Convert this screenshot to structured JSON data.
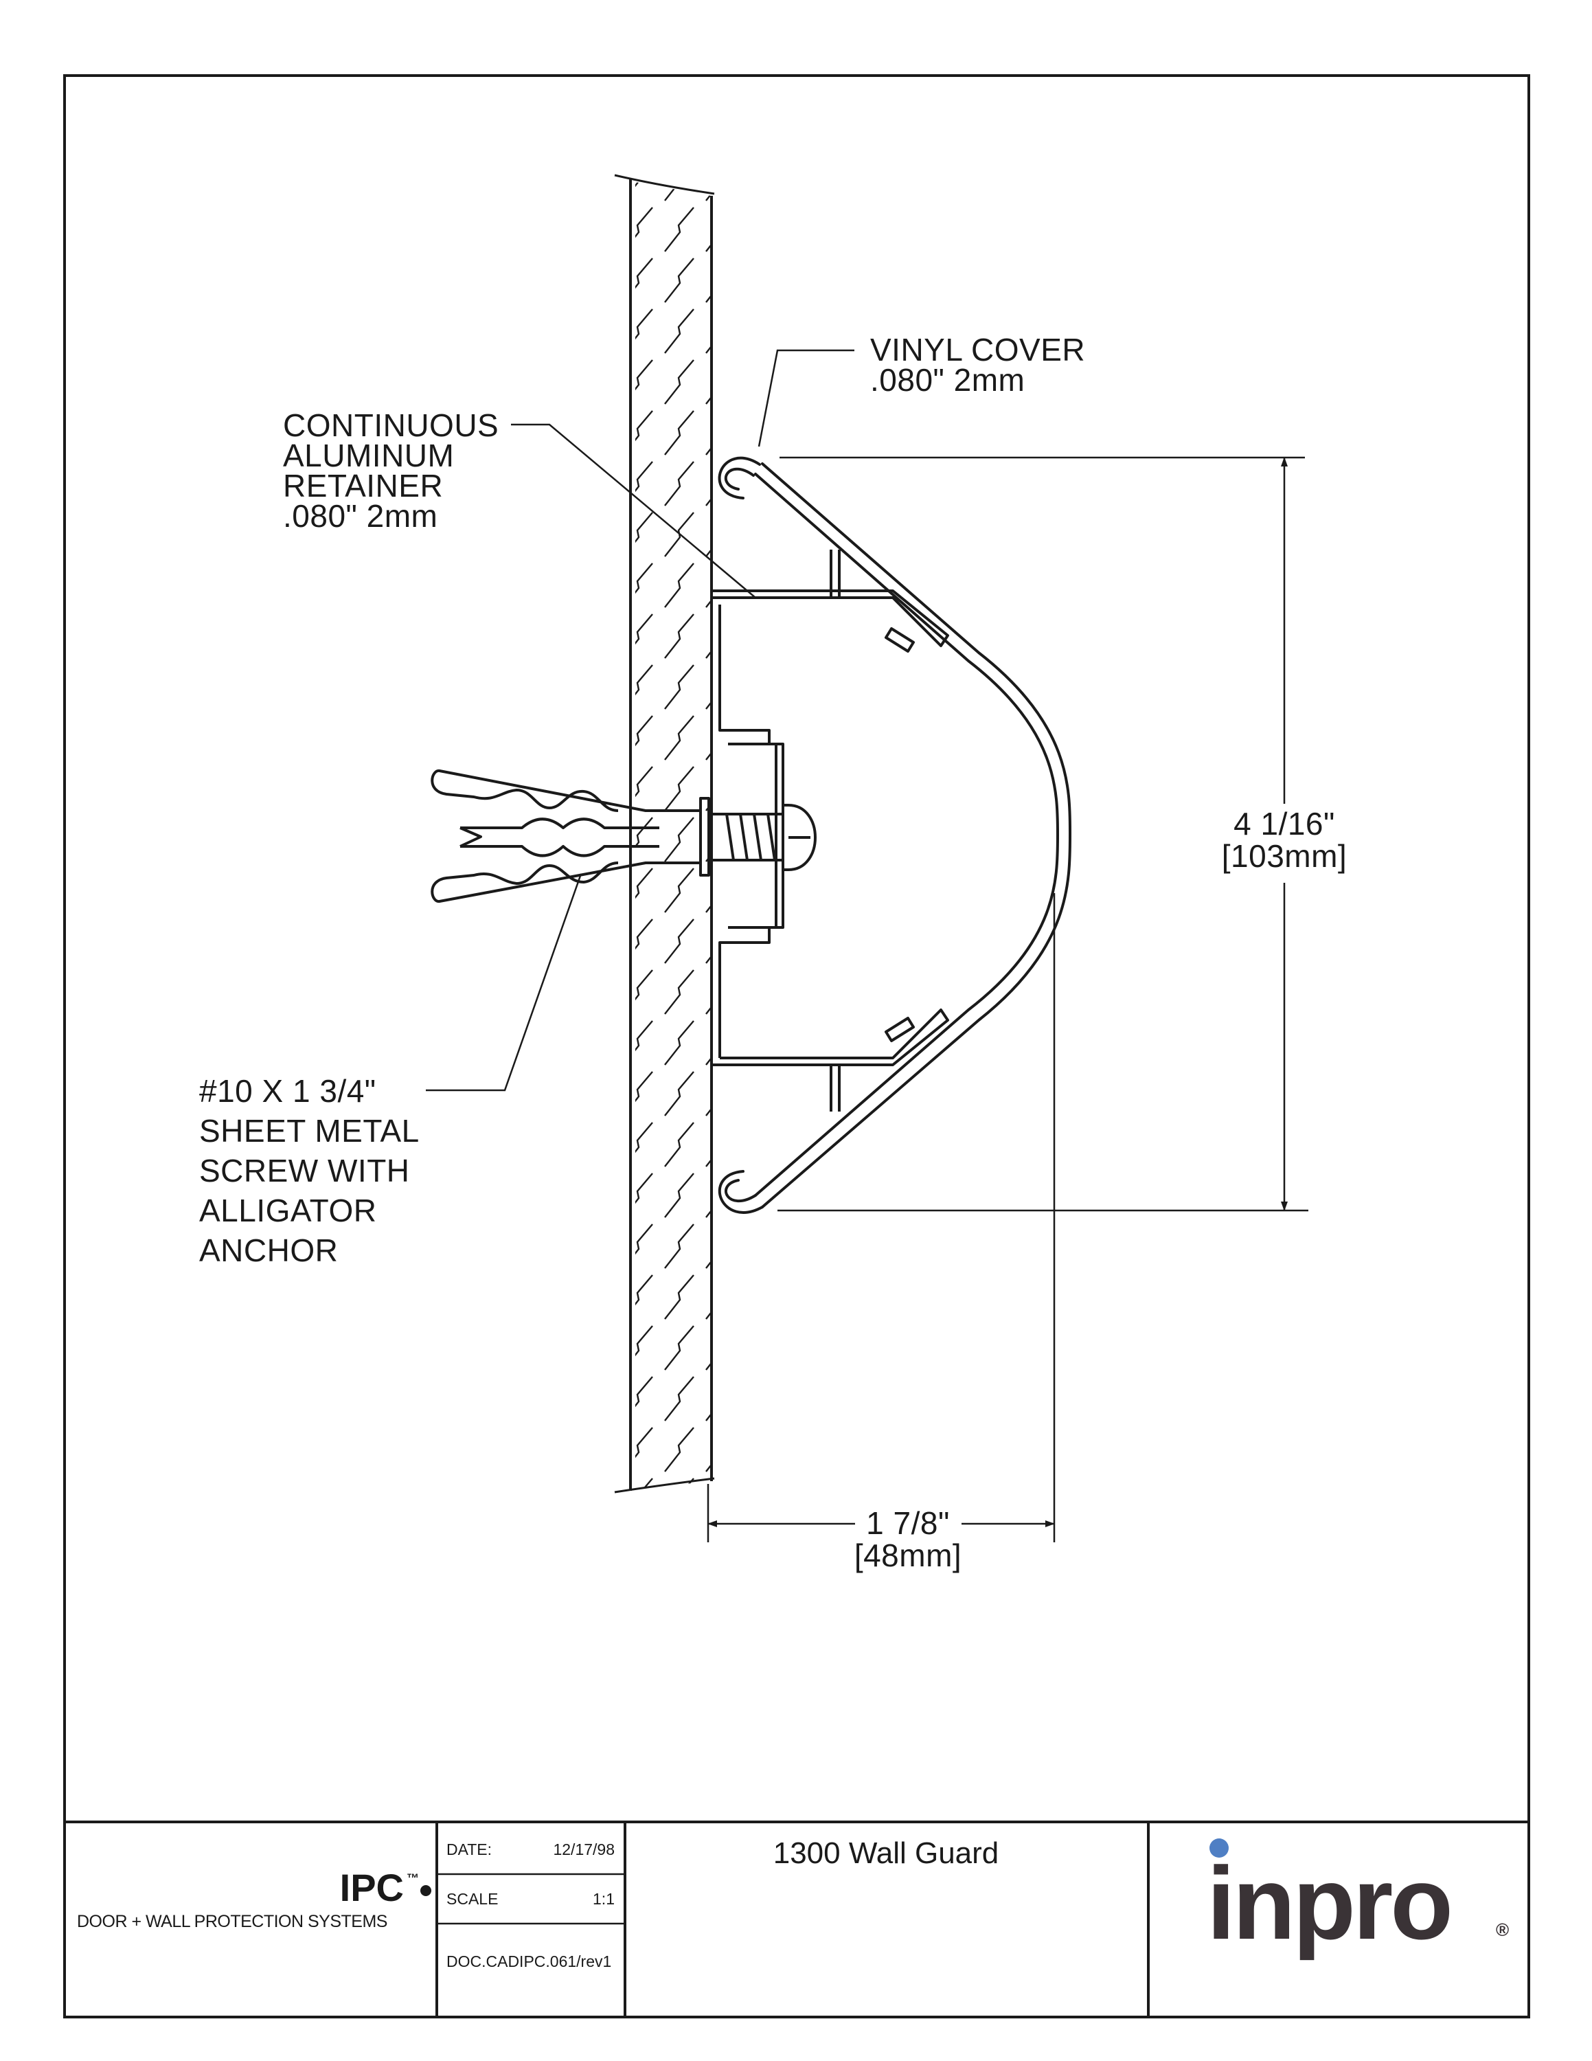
{
  "labels": {
    "vinyl_cover": [
      "VINYL COVER",
      ".080\"  2mm"
    ],
    "retainer": [
      "CONTINUOUS",
      "ALUMINUM",
      "RETAINER",
      ".080\" 2mm"
    ],
    "screw": [
      "#10 X 1 3/4\"",
      "SHEET METAL",
      "SCREW WITH",
      "ALLIGATOR",
      "ANCHOR"
    ]
  },
  "dimensions": {
    "height": [
      "4 1/16\"",
      "[103mm]"
    ],
    "depth": [
      "1 7/8\"",
      "[48mm]"
    ]
  },
  "title_block": {
    "brand": "IPC",
    "brand_tm": "™",
    "brand_tagline": "DOOR + WALL PROTECTION SYSTEMS",
    "date_label": "DATE:",
    "date_value": "12/17/98",
    "scale_label": "SCALE",
    "scale_value": "1:1",
    "doc_code": "DOC.CADIPC.061/rev1",
    "title": "1300 Wall Guard",
    "logo_text": "inpro",
    "logo_registered": "®"
  },
  "colors": {
    "line": "#1a1a1a",
    "logo_text": "#3a3336",
    "logo_dot": "#4f7fc4"
  }
}
